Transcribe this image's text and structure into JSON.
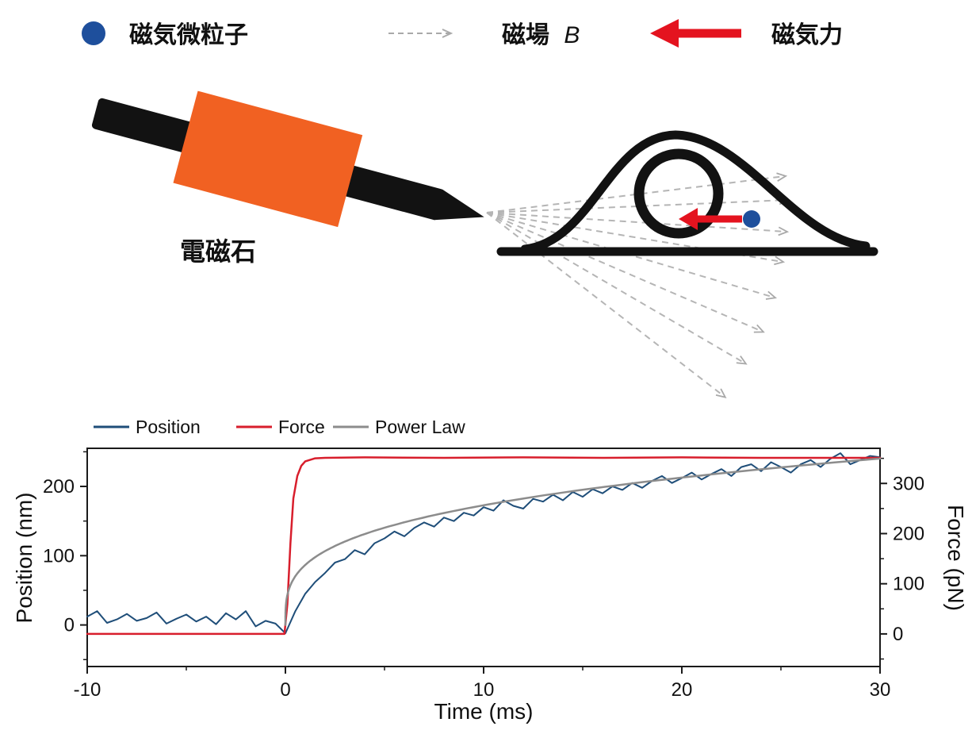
{
  "diagram": {
    "legend": {
      "bead_label": "磁気微粒子",
      "field_label": "磁場",
      "field_symbol": "B",
      "force_label": "磁気力"
    },
    "magnet_label": "電磁石",
    "colors": {
      "bead": "#1e4f9c",
      "field": "#a9a9a9",
      "force": "#e4131f",
      "coil": "#f16122",
      "body": "#121212"
    }
  },
  "chart_data": {
    "type": "line",
    "title": "",
    "x_axis": {
      "label": "Time (ms)",
      "range": [
        -10,
        30
      ],
      "major_ticks": [
        -10,
        0,
        10,
        20,
        30
      ],
      "minor_ticks": [
        -5,
        5,
        15,
        25
      ]
    },
    "left_axis": {
      "label": "Position (nm)",
      "range": [
        -60,
        255
      ],
      "major_ticks": [
        0,
        100,
        200
      ],
      "minor_ticks": [
        -50,
        50,
        150,
        250
      ]
    },
    "right_axis": {
      "label": "Force (pN)",
      "range": [
        -65,
        370
      ],
      "major_ticks": [
        0,
        100,
        200,
        300
      ],
      "minor_ticks": [
        -50,
        50,
        150,
        250,
        350
      ]
    },
    "grid": false,
    "legend_position": "top-left",
    "series": [
      {
        "name": "Position",
        "color": "#1f4e79",
        "axis": "left",
        "points": [
          [
            -10,
            12
          ],
          [
            -9.5,
            20
          ],
          [
            -9,
            3
          ],
          [
            -8.5,
            8
          ],
          [
            -8,
            16
          ],
          [
            -7.5,
            6
          ],
          [
            -7,
            10
          ],
          [
            -6.5,
            18
          ],
          [
            -6,
            2
          ],
          [
            -5.5,
            9
          ],
          [
            -5,
            15
          ],
          [
            -4.5,
            5
          ],
          [
            -4,
            12
          ],
          [
            -3.5,
            1
          ],
          [
            -3,
            17
          ],
          [
            -2.5,
            8
          ],
          [
            -2,
            20
          ],
          [
            -1.5,
            -2
          ],
          [
            -1,
            6
          ],
          [
            -0.5,
            2
          ],
          [
            0,
            -12
          ],
          [
            0.5,
            20
          ],
          [
            1,
            45
          ],
          [
            1.5,
            62
          ],
          [
            2,
            75
          ],
          [
            2.5,
            90
          ],
          [
            3,
            95
          ],
          [
            3.5,
            108
          ],
          [
            4,
            102
          ],
          [
            4.5,
            118
          ],
          [
            5,
            125
          ],
          [
            5.5,
            135
          ],
          [
            6,
            128
          ],
          [
            6.5,
            140
          ],
          [
            7,
            148
          ],
          [
            7.5,
            142
          ],
          [
            8,
            155
          ],
          [
            8.5,
            150
          ],
          [
            9,
            162
          ],
          [
            9.5,
            158
          ],
          [
            10,
            170
          ],
          [
            10.5,
            165
          ],
          [
            11,
            180
          ],
          [
            11.5,
            172
          ],
          [
            12,
            168
          ],
          [
            12.5,
            182
          ],
          [
            13,
            178
          ],
          [
            13.5,
            188
          ],
          [
            14,
            180
          ],
          [
            14.5,
            192
          ],
          [
            15,
            185
          ],
          [
            15.5,
            196
          ],
          [
            16,
            190
          ],
          [
            16.5,
            200
          ],
          [
            17,
            195
          ],
          [
            17.5,
            205
          ],
          [
            18,
            198
          ],
          [
            18.5,
            208
          ],
          [
            19,
            215
          ],
          [
            19.5,
            205
          ],
          [
            20,
            212
          ],
          [
            20.5,
            220
          ],
          [
            21,
            210
          ],
          [
            21.5,
            218
          ],
          [
            22,
            225
          ],
          [
            22.5,
            215
          ],
          [
            23,
            228
          ],
          [
            23.5,
            232
          ],
          [
            24,
            222
          ],
          [
            24.5,
            235
          ],
          [
            25,
            228
          ],
          [
            25.5,
            220
          ],
          [
            26,
            232
          ],
          [
            26.5,
            238
          ],
          [
            27,
            228
          ],
          [
            27.5,
            240
          ],
          [
            28,
            248
          ],
          [
            28.5,
            232
          ],
          [
            29,
            238
          ],
          [
            29.5,
            244
          ],
          [
            30,
            242
          ]
        ]
      },
      {
        "name": "Force",
        "color": "#d81e2c",
        "axis": "right",
        "points": [
          [
            -10,
            0
          ],
          [
            -5,
            0
          ],
          [
            -0.05,
            0
          ],
          [
            0.1,
            60
          ],
          [
            0.25,
            180
          ],
          [
            0.4,
            270
          ],
          [
            0.6,
            315
          ],
          [
            0.8,
            335
          ],
          [
            1,
            344
          ],
          [
            1.5,
            350
          ],
          [
            2,
            351
          ],
          [
            4,
            352
          ],
          [
            8,
            351
          ],
          [
            12,
            352
          ],
          [
            16,
            351
          ],
          [
            20,
            352
          ],
          [
            24,
            351
          ],
          [
            30,
            351
          ]
        ]
      },
      {
        "name": "Power Law",
        "color": "#8c8c8c",
        "axis": "left",
        "power_law": {
          "amplitude": 86.6,
          "exponent": 0.3,
          "t_start": 0,
          "t_end": 30
        }
      }
    ]
  }
}
